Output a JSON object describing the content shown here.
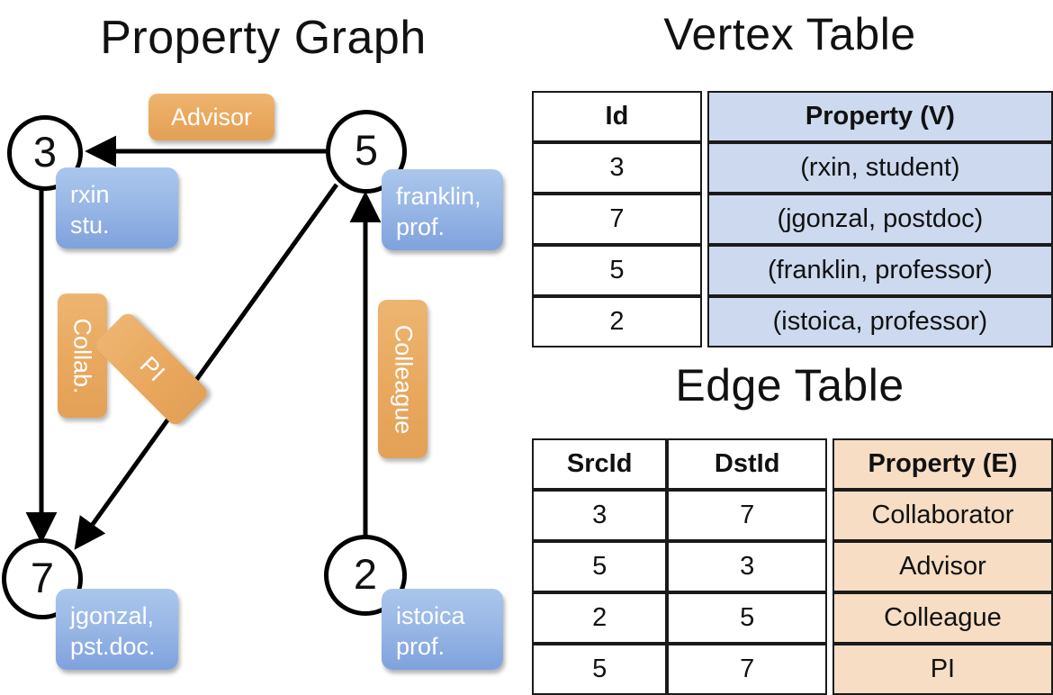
{
  "titles": {
    "property_graph": "Property Graph",
    "vertex_table": "Vertex Table",
    "edge_table": "Edge Table"
  },
  "graph": {
    "nodes": [
      {
        "id": "3",
        "label": "3",
        "property": "rxin\nstu."
      },
      {
        "id": "5",
        "label": "5",
        "property": "franklin,\nprof."
      },
      {
        "id": "7",
        "label": "7",
        "property": "jgonzal,\npst.doc."
      },
      {
        "id": "2",
        "label": "2",
        "property": "istoica\nprof."
      }
    ],
    "edge_labels": [
      {
        "name": "advisor",
        "text": "Advisor"
      },
      {
        "name": "collab",
        "text": "Collab."
      },
      {
        "name": "pi",
        "text": "PI"
      },
      {
        "name": "colleague",
        "text": "Colleague"
      }
    ],
    "edges": [
      {
        "from": "5",
        "to": "3",
        "label": "Advisor"
      },
      {
        "from": "3",
        "to": "7",
        "label": "Collab."
      },
      {
        "from": "5",
        "to": "7",
        "label": "PI"
      },
      {
        "from": "2",
        "to": "5",
        "label": "Colleague"
      }
    ]
  },
  "vertex_table": {
    "headers": [
      "Id",
      "Property (V)"
    ],
    "rows": [
      {
        "id": "3",
        "property": "(rxin, student)"
      },
      {
        "id": "7",
        "property": "(jgonzal, postdoc)"
      },
      {
        "id": "5",
        "property": "(franklin, professor)"
      },
      {
        "id": "2",
        "property": "(istoica, professor)"
      }
    ]
  },
  "edge_table": {
    "headers": [
      "SrcId",
      "DstId",
      "Property (E)"
    ],
    "rows": [
      {
        "src": "3",
        "dst": "7",
        "property": "Collaborator"
      },
      {
        "src": "5",
        "dst": "3",
        "property": "Advisor"
      },
      {
        "src": "2",
        "dst": "5",
        "property": "Colleague"
      },
      {
        "src": "5",
        "dst": "7",
        "property": "PI"
      }
    ]
  },
  "colors": {
    "vertex_property_fill": "#ccd9ef",
    "edge_property_fill": "#f6ddc3",
    "vertex_callout": "#9ab8e6",
    "edge_callout": "#e9a85e",
    "stroke": "#000000"
  }
}
